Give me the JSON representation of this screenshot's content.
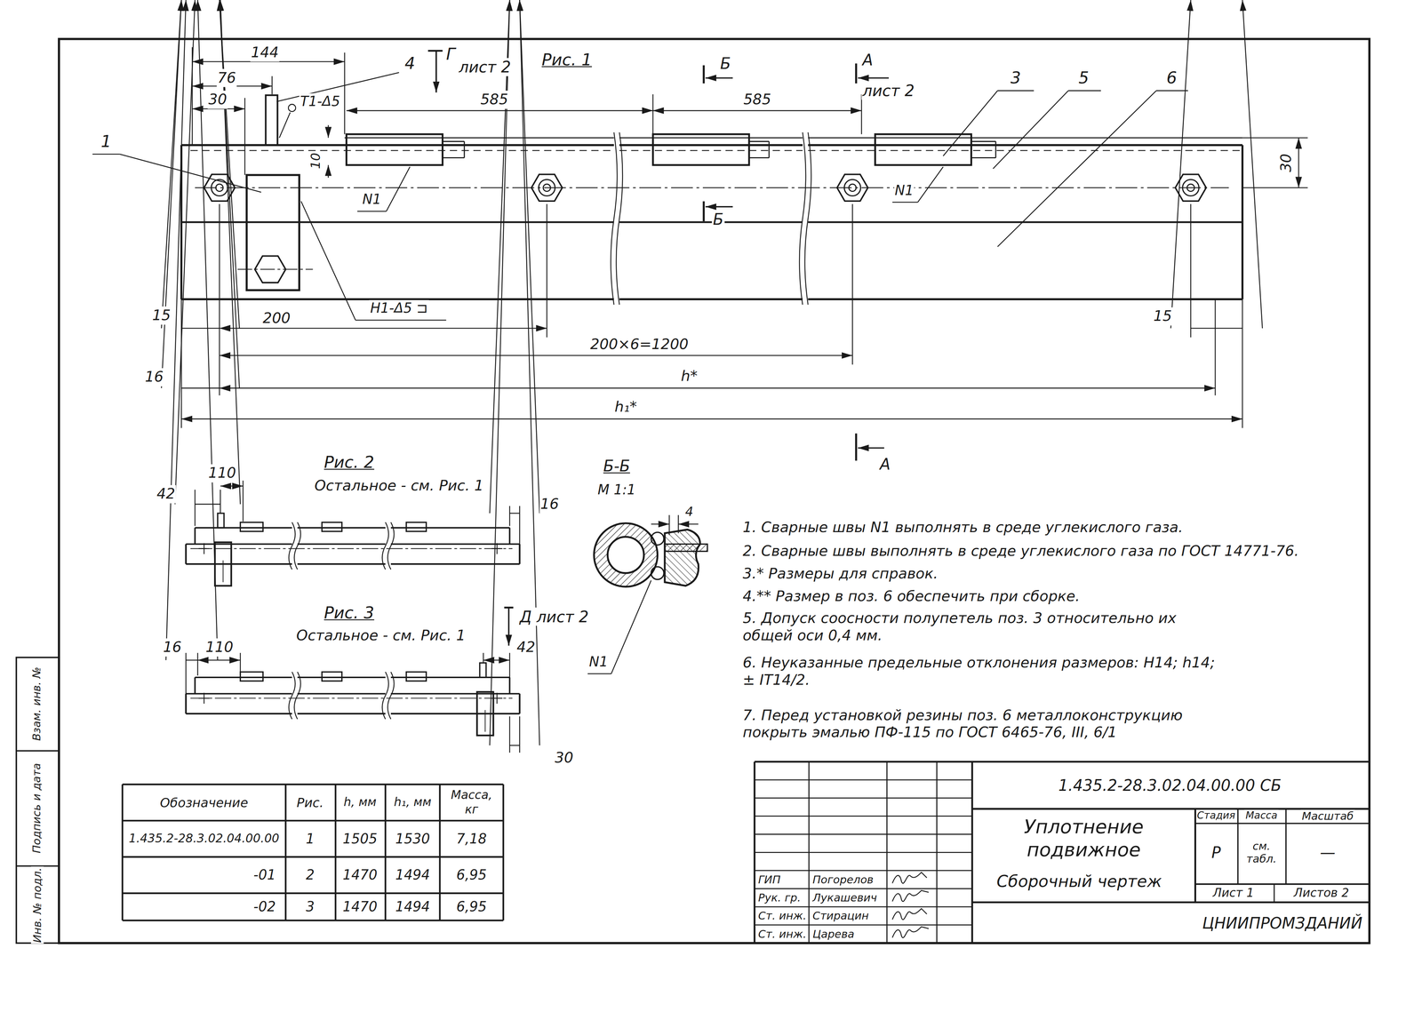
{
  "diagram": {
    "labels": [
      "144",
      "76",
      "30",
      "4",
      "Г",
      "лист 2",
      "Рис. 1",
      "Т1-Δ5",
      "585",
      "585",
      "Б",
      "А",
      "лист 2",
      "3",
      "5",
      "6",
      "10",
      "30",
      "1",
      "N1",
      "Б",
      "N1",
      "Н1-Δ5 ⊐",
      "15",
      "200",
      "15",
      "200×6=1200",
      "16",
      "h*",
      "h₁*",
      "А",
      "Рис. 2",
      "Остальное - см. Рис. 1",
      "42",
      "110",
      "16",
      "Рис. 3",
      "Остальное - см. Рис. 1",
      "Д лист 2",
      "16",
      "110",
      "42",
      "30",
      "Б-Б",
      "М 1:1",
      "4",
      "N1",
      "1. Сварные швы N1 выполнять в среде углекислого газа.",
      "2. Сварные швы выполнять в среде углекислого газа по ГОСТ 14771-76.",
      "3.* Размеры для справок.",
      "4.** Размер в поз. 6 обеспечить при сборке.",
      "5. Допуск соосности полупетель поз. 3 относительно их общей оси 0,4 мм.",
      "6. Неуказанные предельные отклонения размеров: H14; h14; ± IT14/2.",
      "7. Перед установкой резины поз. 6 металлоконструкцию покрыть эмалью ПФ-115 по ГОСТ 6465-76, III, 6/1",
      "Обозначение",
      "Рис.",
      "h, мм",
      "h₁, мм",
      "Масса, кг",
      "1.435.2-28.3.02.04.00.00",
      "1",
      "1505",
      "1530",
      "7,18",
      "-01",
      "2",
      "1470",
      "1494",
      "6,95",
      "-02",
      "3",
      "1470",
      "1494",
      "6,95",
      "1.435.2-28.3.02.04.00.00 СБ",
      "Уплотнение подвижное",
      "Сборочный чертеж",
      "Стадия",
      "Масса",
      "Масштаб",
      "Р",
      "см. табл.",
      "—",
      "Лист 1",
      "Листов 2",
      "ЦНИИПРОМЗДАНИЙ",
      "ГИП",
      "Погорелов",
      "Рук. гр.",
      "Лукашевич",
      "Ст. инж.",
      "Стирацин",
      "Ст. инж.",
      "Царева",
      "Инв. № подл.",
      "Подпись и дата",
      "Взам. инв. №"
    ]
  }
}
